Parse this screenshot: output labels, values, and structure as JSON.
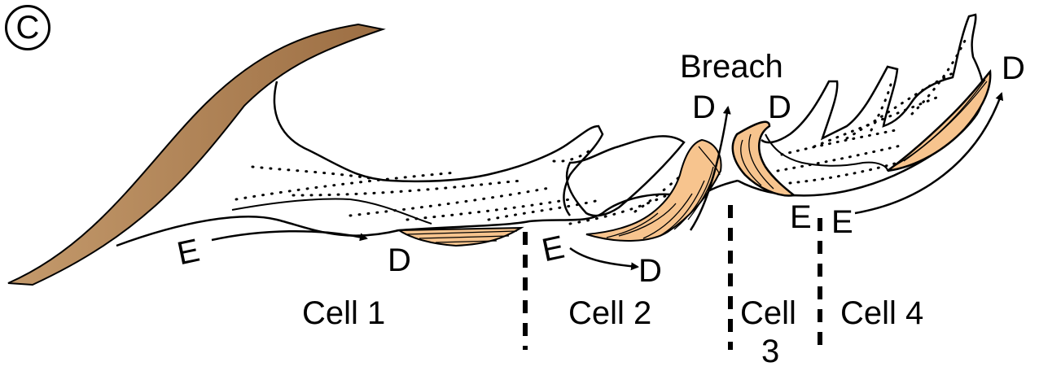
{
  "panel_label": "C",
  "labels": {
    "breach": "Breach",
    "erosion": "E",
    "deposition": "D"
  },
  "cells": [
    {
      "name": "Cell 1"
    },
    {
      "name": "Cell 2"
    },
    {
      "name": "Cell",
      "number": "3"
    },
    {
      "name": "Cell 4"
    }
  ],
  "colors": {
    "cliff_fill": "#b5875a",
    "deposit_fill": "#f7c48e",
    "outline": "#000000",
    "background": "#ffffff"
  }
}
